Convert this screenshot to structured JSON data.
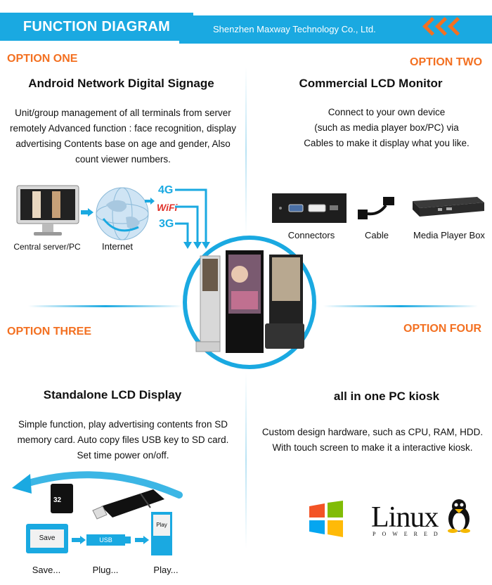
{
  "header": {
    "title": "FUNCTION DIAGRAM",
    "company": "Shenzhen Maxway Technology Co., Ltd.",
    "accent": "#1aa9e1",
    "orange": "#f37021"
  },
  "option1": {
    "label": "OPTION ONE",
    "title": "Android Network Digital Signage",
    "desc": [
      "Unit/group management of all terminals from server",
      "remotely Advanced function : face recognition, display",
      "advertising Contents base on age and gender, Also",
      "count viewer numbers."
    ],
    "server_caption": "Central server/PC",
    "internet_caption": "Internet",
    "net_4g": "4G",
    "net_wifi": "WiFi",
    "net_3g": "3G"
  },
  "option2": {
    "label": "OPTION TWO",
    "title": "Commercial LCD Monitor",
    "desc": [
      "Connect to your own device",
      "(such as media player box/PC) via",
      "Cables  to make it display what you like."
    ],
    "captions": [
      "Connectors",
      "Cable",
      "Media Player Box"
    ]
  },
  "option3": {
    "label": "OPTION THREE",
    "title": "Standalone LCD Display",
    "desc": [
      "Simple function, play advertising contents fron SD",
      "memory card. Auto copy files USB key to SD card.",
      "Set time power on/off."
    ],
    "save_btn": "Save",
    "usb_label": "USB",
    "play_label": "Play",
    "sd_label": "32",
    "steps": [
      "Save...",
      "Plug...",
      "Play..."
    ]
  },
  "option4": {
    "label": "OPTION FOUR",
    "title": "all in one PC kiosk",
    "desc": [
      "Custom design hardware, such as CPU, RAM, HDD.",
      "With touch screen to make it a interactive kiosk."
    ],
    "linux": "Linux",
    "powered": "POWERED"
  }
}
